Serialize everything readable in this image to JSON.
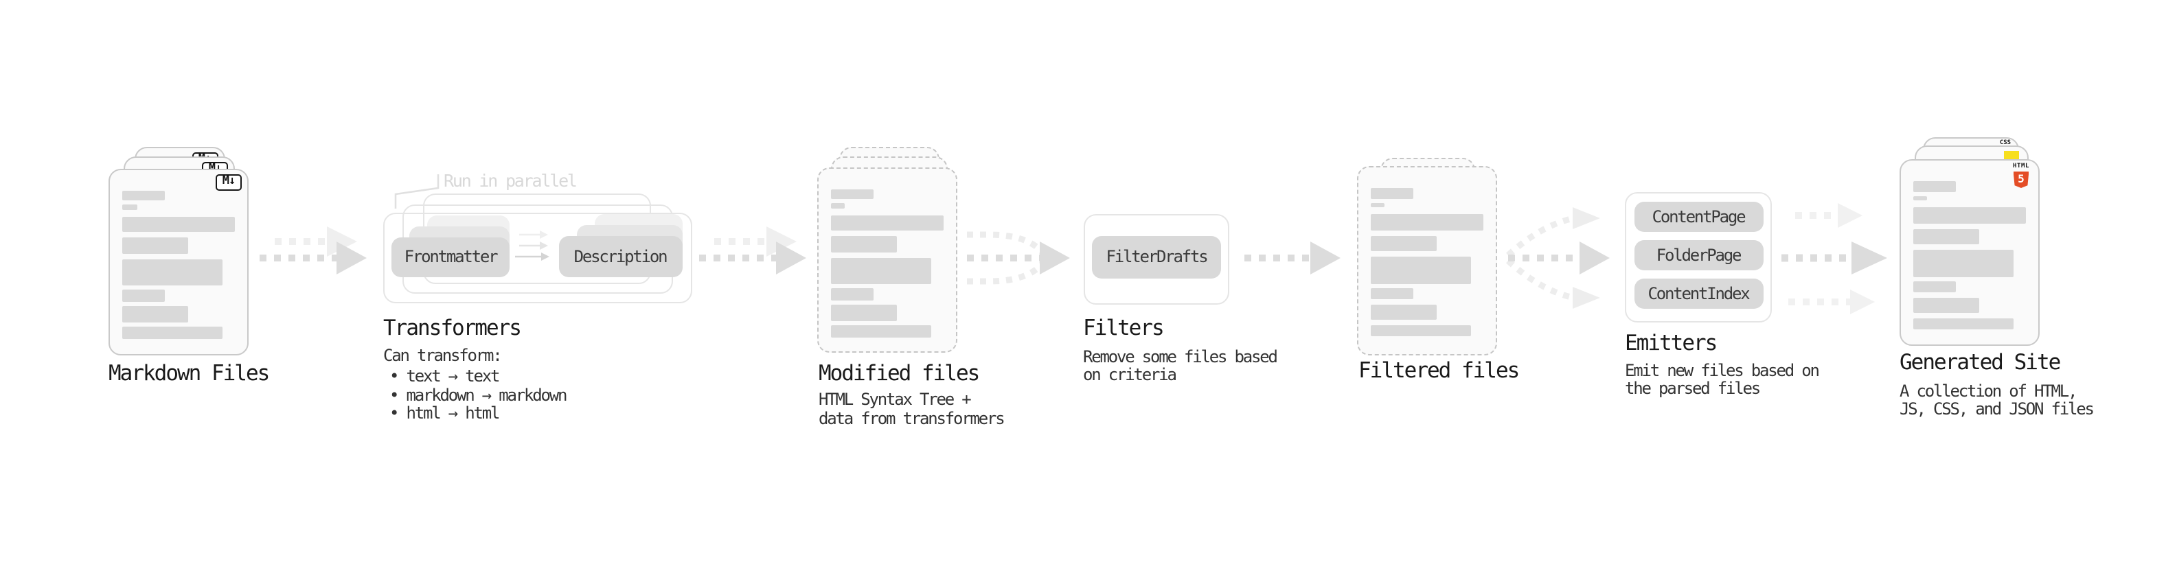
{
  "stages": {
    "markdown": {
      "title": "Markdown Files",
      "badge": "M↓"
    },
    "transformers": {
      "annotation": "Run in parallel",
      "node1": "Frontmatter",
      "node2": "Description",
      "title": "Transformers",
      "desc_head": "Can transform:",
      "bullets": [
        "• text → text",
        "• markdown → markdown",
        "• html → html"
      ]
    },
    "modified": {
      "title": "Modified files",
      "desc1": "HTML Syntax Tree +",
      "desc2": "data from transformers"
    },
    "filters": {
      "node": "FilterDrafts",
      "title": "Filters",
      "desc1": "Remove some files based",
      "desc2": "on criteria"
    },
    "filtered": {
      "title": "Filtered files"
    },
    "emitters": {
      "nodes": [
        "ContentPage",
        "FolderPage",
        "ContentIndex"
      ],
      "title": "Emitters",
      "desc1": "Emit new files based on",
      "desc2": "the parsed files"
    },
    "generated": {
      "title": "Generated Site",
      "desc1": "A collection of HTML,",
      "desc2": "JS, CSS, and JSON files",
      "badge_html_word": "HTML",
      "badge_html_num": "5",
      "badge_css": "CSS"
    }
  },
  "colors": {
    "html5_orange": "#E44D26",
    "js_yellow": "#F7DF1E",
    "css_blue": "#2965F1",
    "bar_gray": "#d9d9d9",
    "node_gray": "#d9d9d9",
    "arrow_dark": "#dcdcdc",
    "arrow_light": "#efefef",
    "annotation_gray": "#d8d8d8"
  }
}
